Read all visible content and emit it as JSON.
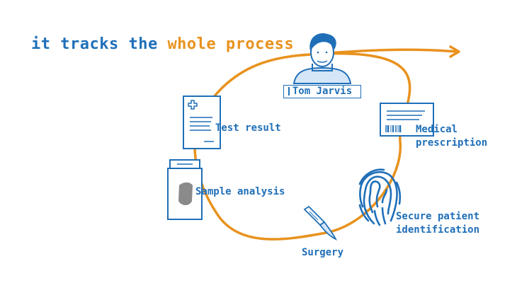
{
  "headline": {
    "part1": "it tracks the",
    "part2": "whole process"
  },
  "person": {
    "name": "Tom Jarvis"
  },
  "steps": {
    "test_result": "Test result",
    "sample_analysis": "Sample analysis",
    "surgery": "Surgery",
    "medical_prescription_line1": "Medical",
    "medical_prescription_line2": "prescription",
    "secure_id_line1": "Secure patient",
    "secure_id_line2": "identification"
  },
  "icons": {
    "person": "person-avatar-icon",
    "test_result": "medical-document-icon",
    "sample": "sample-container-icon",
    "surgery": "scalpel-icon",
    "prescription": "barcode-prescription-icon",
    "fingerprint": "fingerprint-icon",
    "arrow": "arrow-right-icon"
  },
  "colors": {
    "blue": "#1f6fb8",
    "orange": "#e8921e",
    "gray": "#8a8a8a"
  }
}
